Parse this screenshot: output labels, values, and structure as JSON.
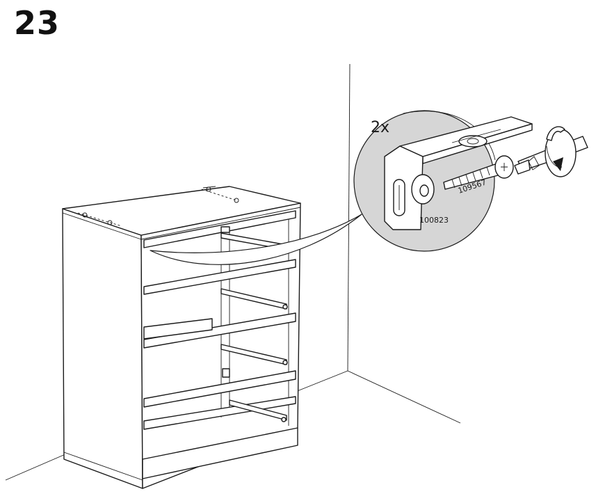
{
  "step": {
    "number": "23"
  },
  "callout": {
    "quantity": "2x",
    "parts": {
      "bracket": "100823",
      "screw": "109567"
    }
  },
  "colors": {
    "detail_background": "#d6d6d6",
    "line": "#1a1a1a",
    "page": "#ffffff"
  },
  "icons": [
    "screwdriver-icon",
    "rotate-clockwise-icon",
    "screw-icon",
    "wall-bracket-icon"
  ]
}
